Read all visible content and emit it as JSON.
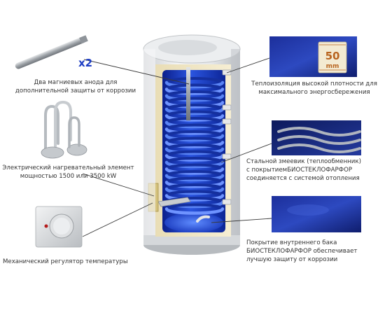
{
  "colors": {
    "accent_blue": "#1f3fc4",
    "deep_blue": "#0a1a6e",
    "steel": "#9aa0a6",
    "text": "#333333",
    "label_orange": "#b8641f"
  },
  "badges": {
    "multiplier": "x2",
    "thickness_value": "50",
    "thickness_unit": "mm"
  },
  "callouts": {
    "anode": {
      "icon": "magnesium-anode-icon",
      "lines": [
        "Два магниевых анода для",
        "дополнительной защиты от коррозии"
      ]
    },
    "heater": {
      "icon": "heating-element-icon",
      "lines": [
        "Электрический нагревательный элемент",
        "мощностью 1500 или 3500 kW"
      ]
    },
    "thermostat": {
      "icon": "thermostat-icon",
      "lines": [
        "Механический регулятор температуры"
      ]
    },
    "insulation": {
      "icon": "insulation-sample-icon",
      "lines": [
        "Теплоизоляция высокой плотности для",
        "максимального энергосбережения"
      ]
    },
    "coil": {
      "icon": "steel-coil-icon",
      "lines": [
        "Стальной змеевик (теплообменник)",
        "с покрытиемБИОСТЕКЛОФАРФОР",
        "соединяется с системой отопления"
      ]
    },
    "coating": {
      "icon": "enamel-coating-icon",
      "lines": [
        "Покрытие внутреннего бака",
        "БИОСТЕКЛОФАРФОР обеспечивает",
        "лучшую защиту от коррозии"
      ]
    }
  }
}
